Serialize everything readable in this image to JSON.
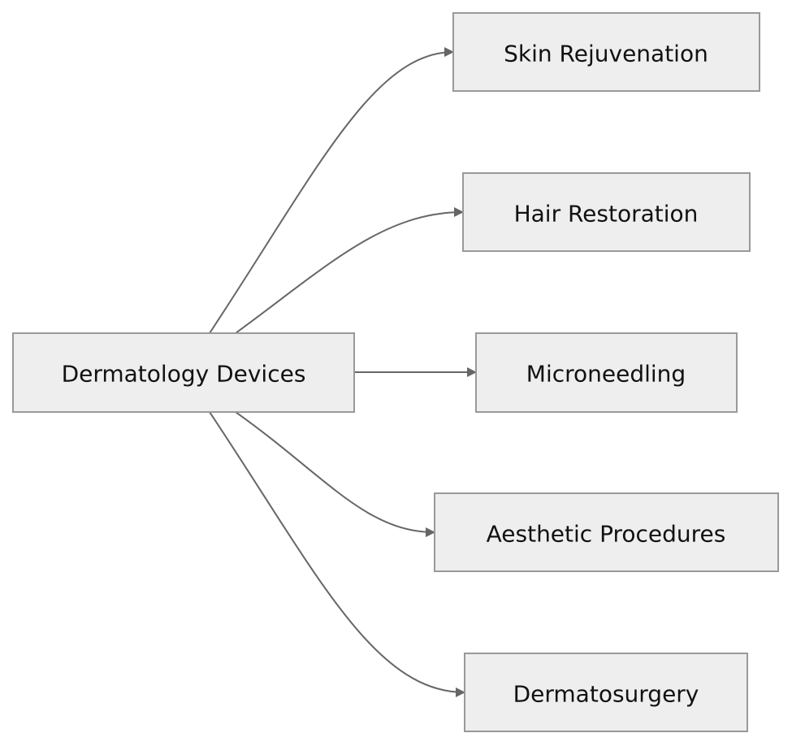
{
  "diagram": {
    "root": {
      "label": "Dermatology Devices"
    },
    "children": [
      {
        "label": "Skin Rejuvenation"
      },
      {
        "label": "Hair Restoration"
      },
      {
        "label": "Microneedling"
      },
      {
        "label": "Aesthetic Procedures"
      },
      {
        "label": "Dermatosurgery"
      }
    ],
    "colors": {
      "node_fill": "#eeeeee",
      "node_border": "#999999",
      "edge": "#666666",
      "text": "#111111"
    }
  }
}
